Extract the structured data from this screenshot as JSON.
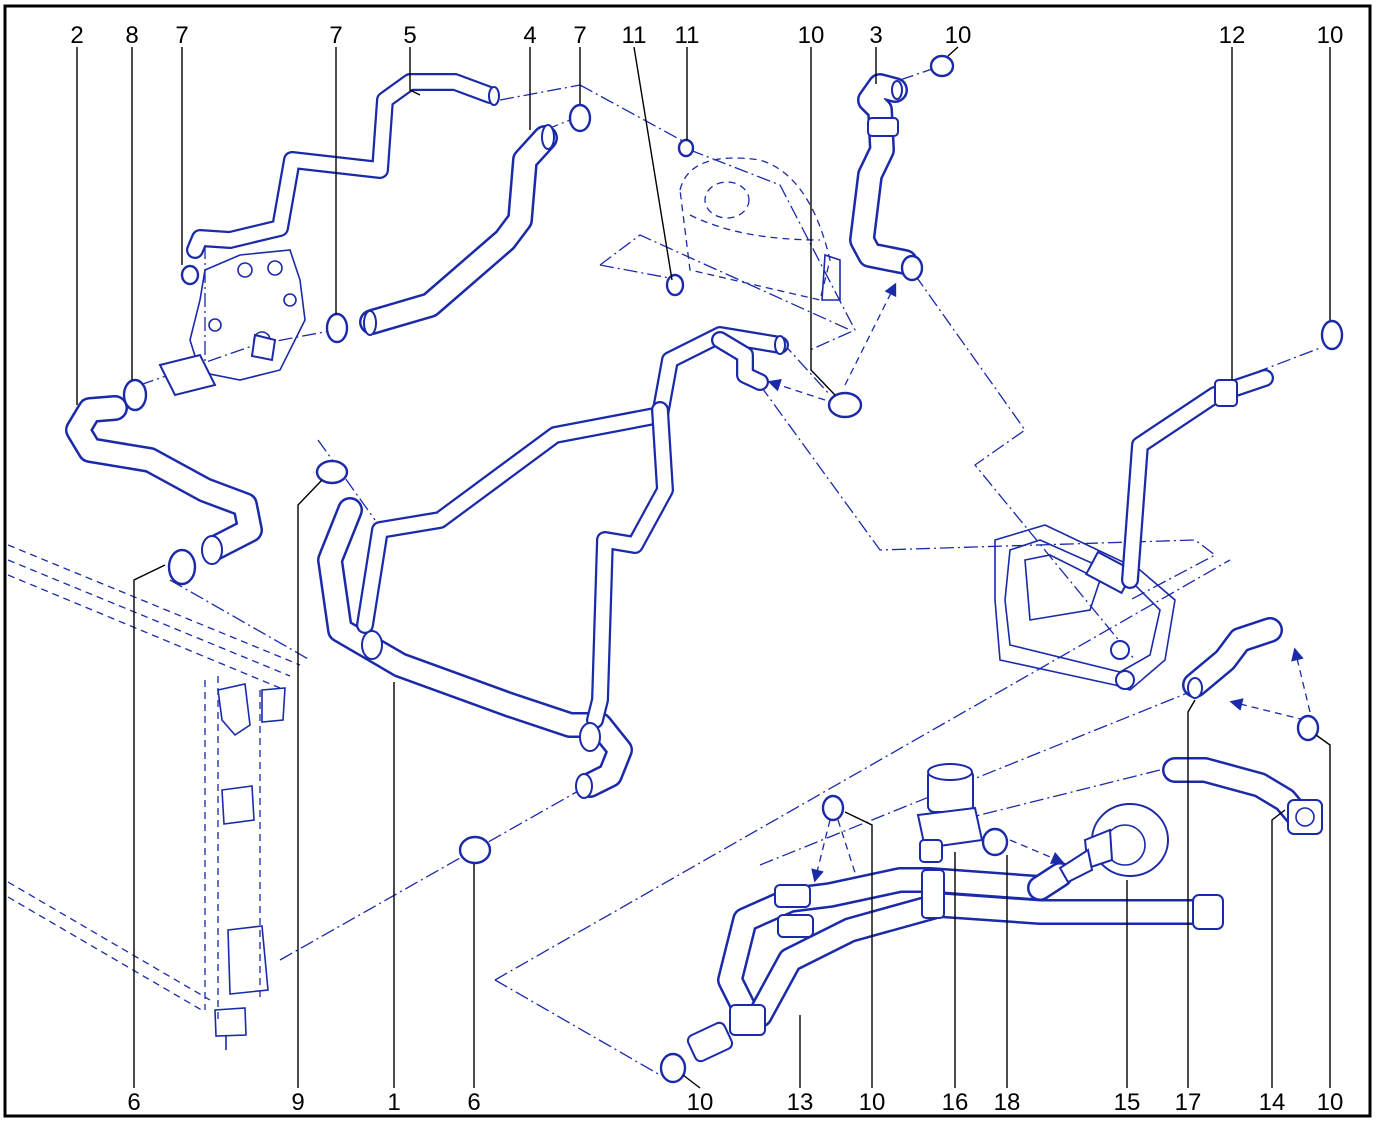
{
  "callouts_top": [
    "2",
    "8",
    "7",
    "7",
    "5",
    "4",
    "7",
    "11",
    "11",
    "10",
    "3",
    "10",
    "12",
    "10"
  ],
  "callouts_bottom": [
    "6",
    "9",
    "1",
    "6",
    "10",
    "13",
    "10",
    "16",
    "18",
    "15",
    "17",
    "14",
    "10"
  ],
  "colors": {
    "line": "#1a2aa8",
    "text": "#000000",
    "background": "#ffffff"
  }
}
